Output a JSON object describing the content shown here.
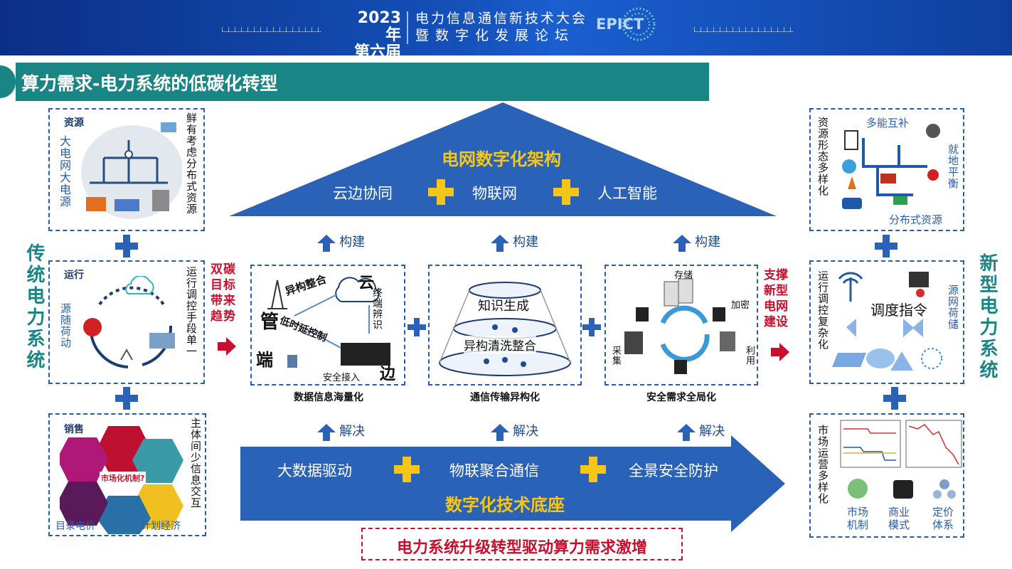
{
  "header": {
    "year": "2023年",
    "edition": "第六届",
    "conference_line1": "电力信息通信新技术大会",
    "conference_line2": "暨数字化发展论坛",
    "logo": "EPICT"
  },
  "title": "算力需求-电力系统的低碳化转型",
  "left": {
    "side_label": "传统电力系统",
    "box1": {
      "tag": "资源",
      "left_text": "大电网大电源",
      "right_text": "鲜有考虑分布式资源"
    },
    "box2": {
      "tag": "运行",
      "left_text": "源随荷动",
      "right_text": "运行调控手段单一"
    },
    "box3": {
      "tag": "销售",
      "center_text": "市场化机制?",
      "bottom_left": "目录电价",
      "bottom_right": "计划经济",
      "right_text": "主体间少信息交互"
    }
  },
  "right": {
    "side_label": "新型电力系统",
    "box1": {
      "left_text": "资源形态多样化",
      "top_text": "多能互补",
      "right_text": "就地平衡",
      "bottom_text": "分布式资源"
    },
    "box2": {
      "left_text": "运行调控复杂化",
      "center_text": "调度指令",
      "right_text": "源网荷储"
    },
    "box3": {
      "left_text": "市场运营多样化",
      "items": [
        "市场机制",
        "商业模式",
        "定价体系"
      ]
    }
  },
  "center": {
    "left_arrow_text": "双碳目标带来趋势",
    "right_arrow_text": "支撑新型电网建设",
    "roof": {
      "title": "电网数字化架构",
      "items": [
        "云边协同",
        "物联网",
        "人工智能"
      ]
    },
    "build_label": "构建",
    "solve_label": "解决",
    "panels": [
      {
        "caption": "数据信息海量化",
        "labels": {
          "guan": "管",
          "yun": "云",
          "duan": "端",
          "bian": "边",
          "hetero": "异构整合",
          "latency": "低时延控制",
          "terminal": "终端辨识",
          "access": "安全接入"
        }
      },
      {
        "caption": "通信传输异构化",
        "labels": {
          "knowledge": "知识生成",
          "cleaning": "异构清洗整合"
        }
      },
      {
        "caption": "安全需求全局化",
        "labels": {
          "storage": "存储",
          "encrypt": "加密",
          "collect": "采集",
          "use": "利用"
        }
      }
    ],
    "base": {
      "items": [
        "大数据驱动",
        "物联聚合通信",
        "全景安全防护"
      ],
      "title": "数字化技术底座"
    },
    "footer": "电力系统升级转型驱动算力需求激增"
  },
  "colors": {
    "header_blue": "#1450b8",
    "teal": "#1a8585",
    "arch_blue": "#2a62b8",
    "gold": "#f5c518",
    "red": "#c8102e",
    "dash_blue": "#2a5da8"
  }
}
